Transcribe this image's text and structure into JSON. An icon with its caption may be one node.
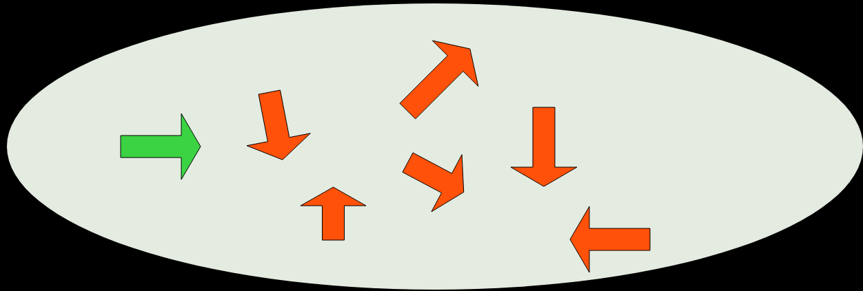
{
  "diagram": {
    "nodes": [
      {
        "text": [],
        "shape": "ellipse"
      },
      {
        "text": [],
        "shape": "arrow",
        "in": 0
      },
      {
        "text": [],
        "shape": "arrow",
        "in": 0
      },
      {
        "text": [],
        "shape": "arrow",
        "in": 0
      },
      {
        "text": [],
        "shape": "arrow",
        "in": 0
      },
      {
        "text": [],
        "shape": "arrow",
        "in": 0
      },
      {
        "text": [],
        "shape": "arrow",
        "in": 0
      },
      {
        "text": [],
        "shape": "arrow",
        "in": 0
      }
    ]
  }
}
